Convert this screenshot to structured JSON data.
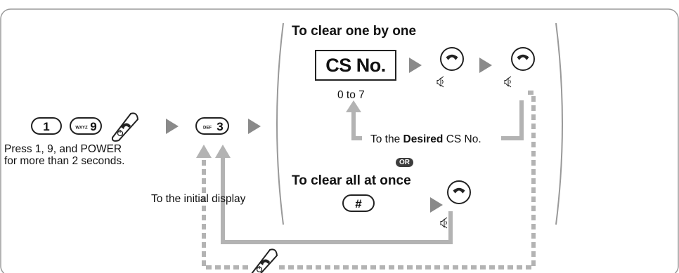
{
  "keys": {
    "one": "1",
    "nine_letters": "WXYZ",
    "nine": "9",
    "three_letters": "DEF",
    "three": "3",
    "hash": "#"
  },
  "labels": {
    "press_instruction_line1": "Press 1, 9, and POWER",
    "press_instruction_line2": "for more than 2 seconds.",
    "to_initial_display": "To the initial display",
    "clear_one_by_one": "To clear one by one",
    "cs_no": "CS No.",
    "cs_range": "0 to 7",
    "to_the": "To the ",
    "desired": "Desired",
    "cs_no_suffix": " CS No.",
    "or": "OR",
    "clear_all_at_once": "To clear all at once"
  },
  "colors": {
    "frame_border": "#9a9a9a",
    "arrow_fill": "#8a8a8a",
    "flow_line": "#b3b3b3",
    "dashed_line": "#b3b3b3",
    "key_stroke": "#222222"
  }
}
